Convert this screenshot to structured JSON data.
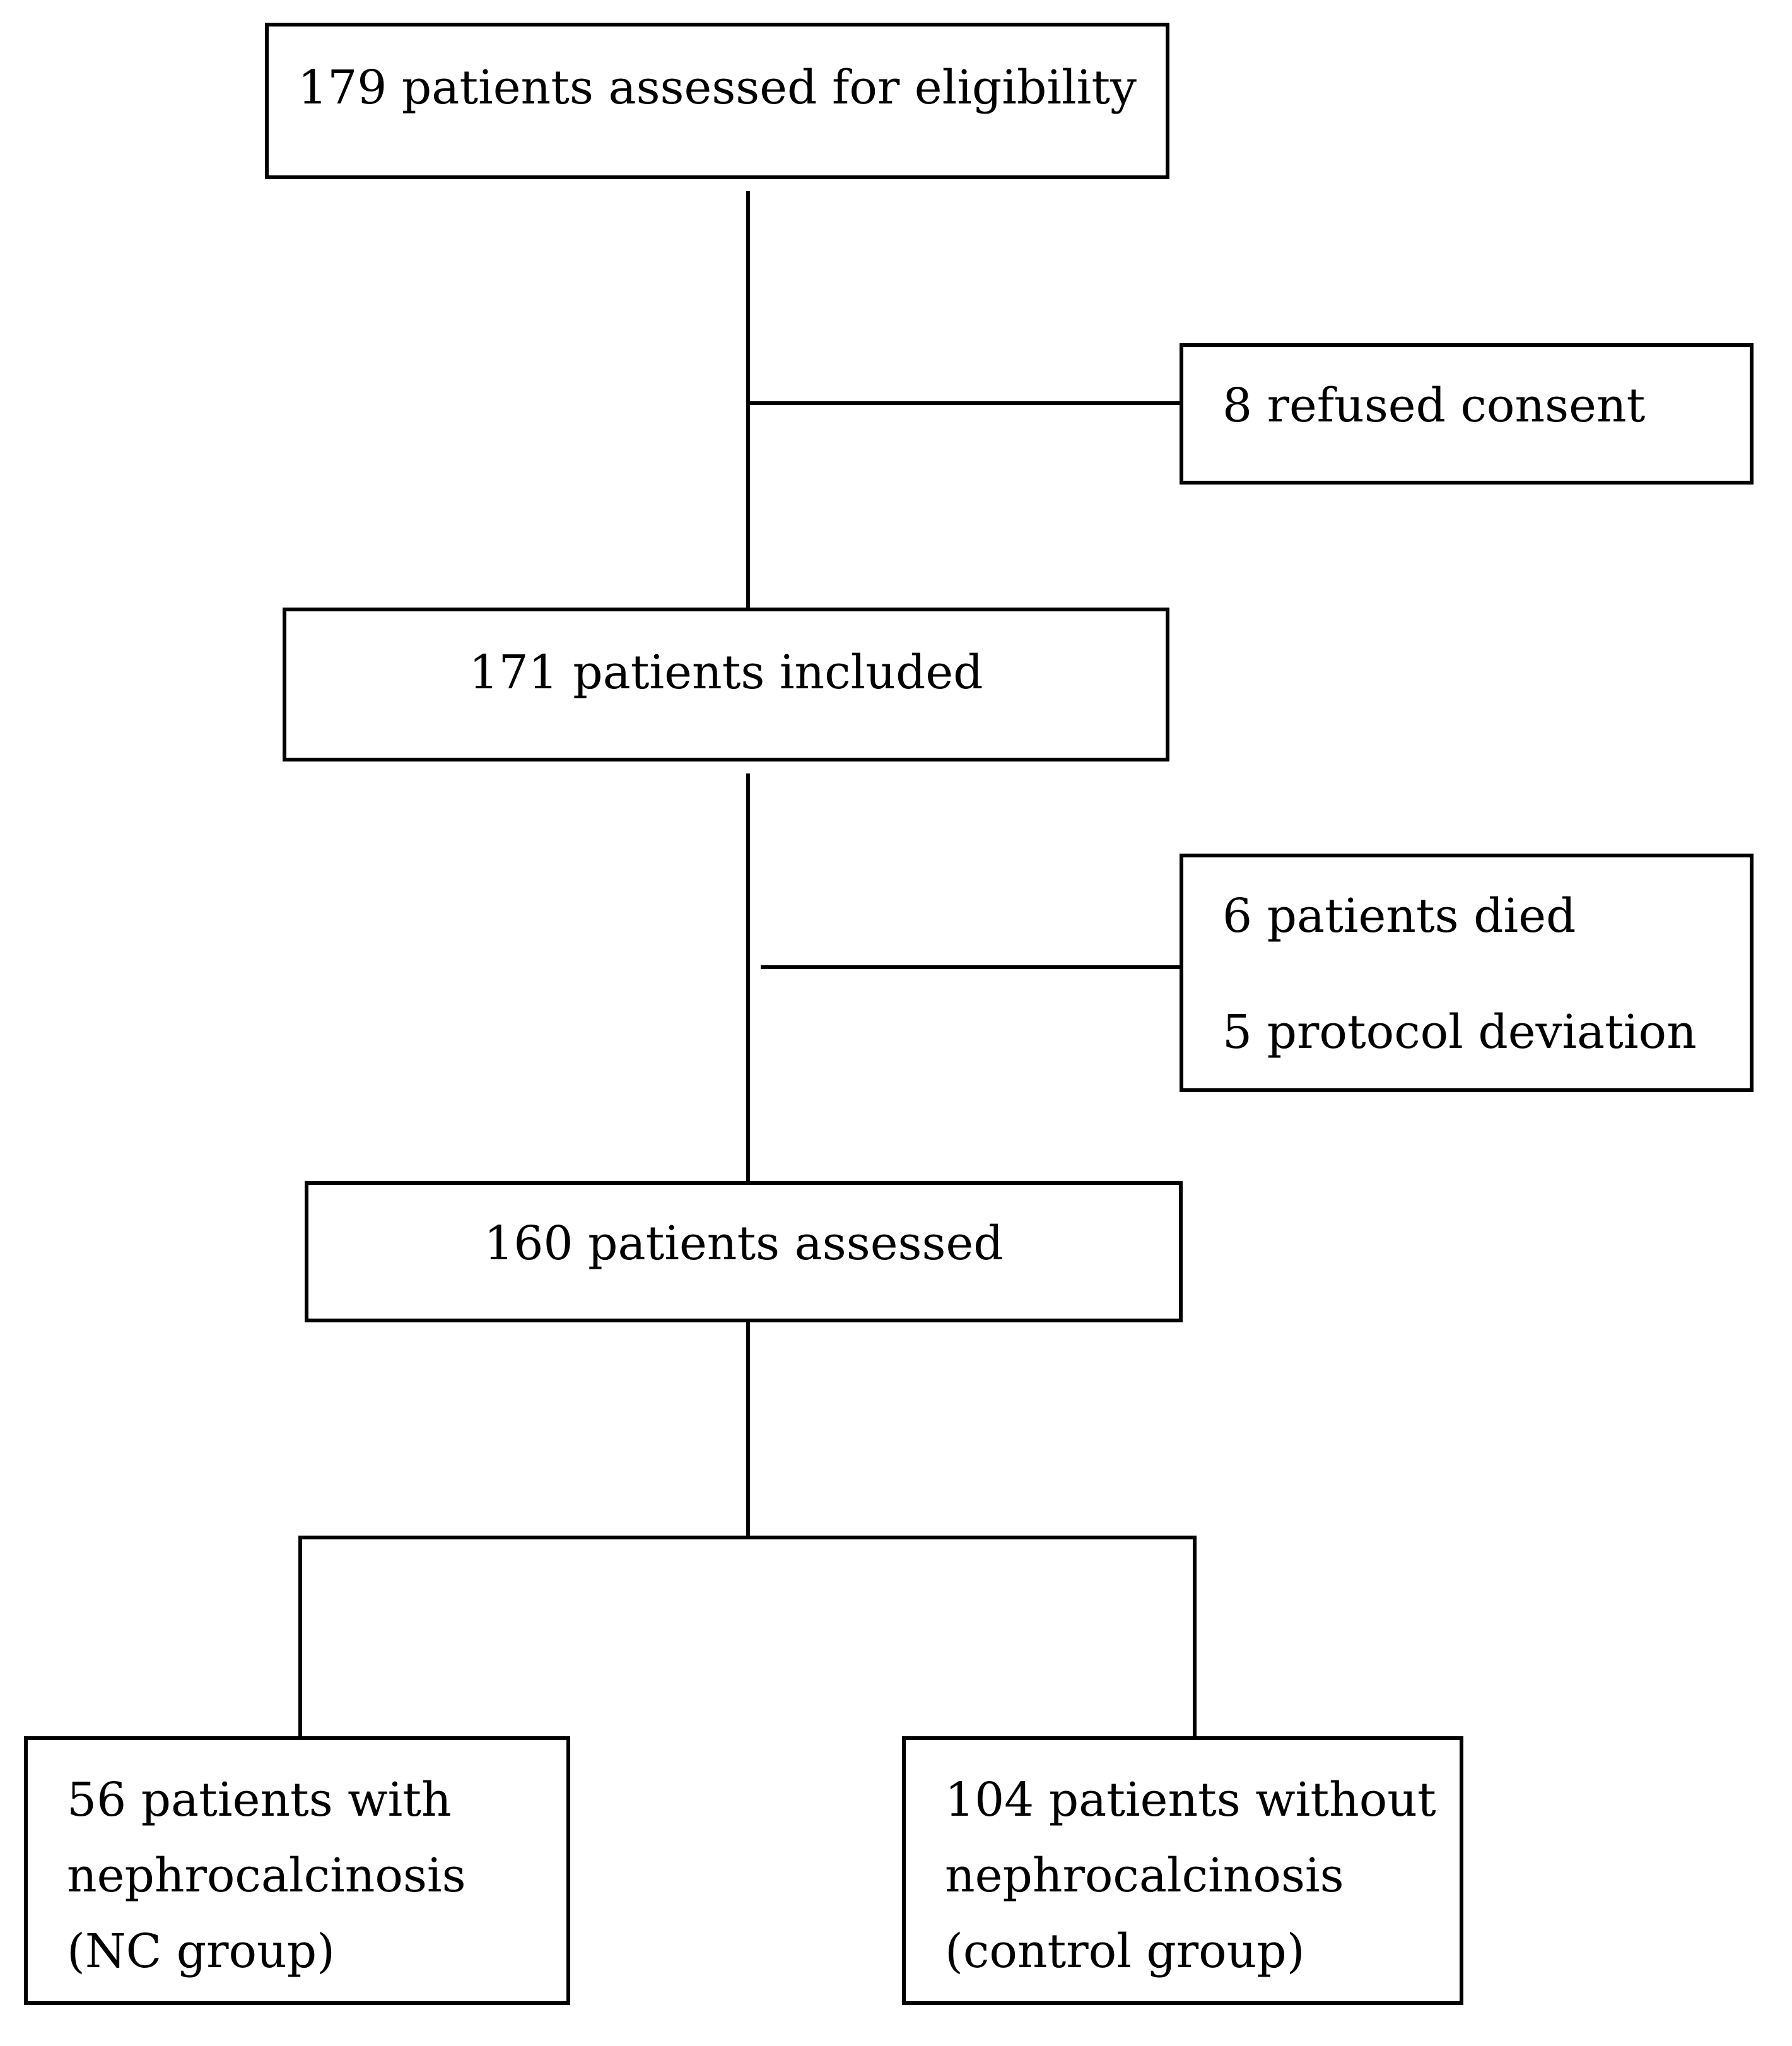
{
  "flowchart": {
    "eligibility": {
      "text": "179 patients assessed for eligibility"
    },
    "refused": {
      "text": "8 refused consent"
    },
    "included": {
      "text": "171 patients included"
    },
    "excluded": {
      "line1": "6 patients died",
      "line2": "5 protocol deviation"
    },
    "assessed": {
      "text": "160 patients assessed"
    },
    "nc_group": {
      "line1": "56 patients with",
      "line2": "nephrocalcinosis",
      "line3": "(NC group)"
    },
    "control_group": {
      "line1": "104 patients without",
      "line2": "nephrocalcinosis",
      "line3": "(control group)"
    }
  }
}
